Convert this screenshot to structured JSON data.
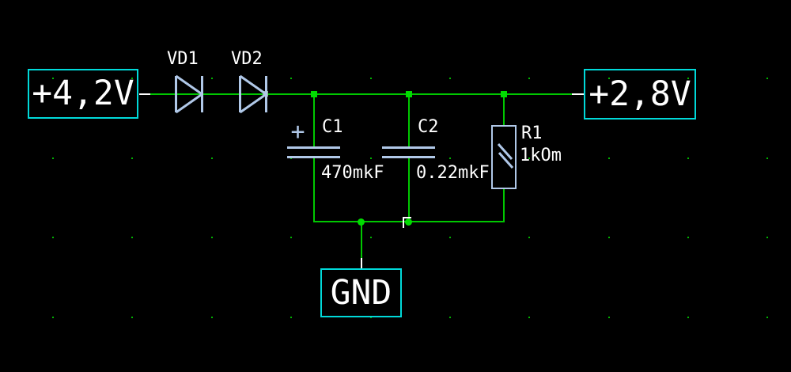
{
  "app": {
    "view": "schematic-editor-canvas"
  },
  "colors": {
    "background": "#000000",
    "wire": "#00c800",
    "junction": "#00dc00",
    "grid_dot": "#00b400",
    "port_border": "#00d9d9",
    "component": "#b0c8e8",
    "text": "#ffffff",
    "pin_marker": "#8fae8f"
  },
  "ports": [
    {
      "id": "vin",
      "label": "+4,2V"
    },
    {
      "id": "vout",
      "label": "+2,8V"
    },
    {
      "id": "gnd",
      "label": "GND"
    }
  ],
  "components": [
    {
      "ref": "VD1",
      "type": "diode"
    },
    {
      "ref": "VD2",
      "type": "diode"
    },
    {
      "ref": "C1",
      "type": "capacitor-polarized",
      "value": "470mkF",
      "polarity_mark": "+"
    },
    {
      "ref": "C2",
      "type": "capacitor",
      "value": "0.22mkF"
    },
    {
      "ref": "R1",
      "type": "resistor",
      "value": "1kOm"
    }
  ]
}
